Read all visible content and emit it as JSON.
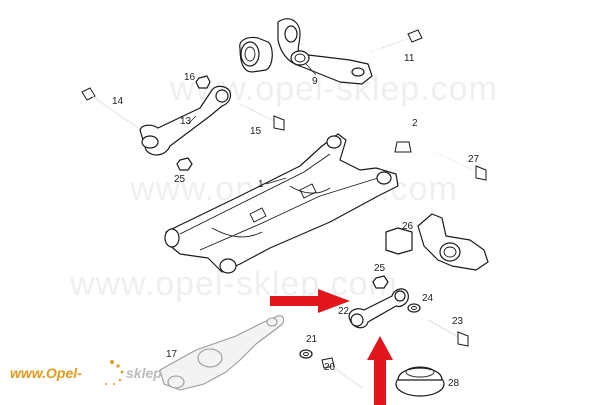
{
  "watermark": "www.opel-sklep.com",
  "logo": {
    "left": "www.Opel-",
    "right": "sklep"
  },
  "colors": {
    "arrow": "#e0161c",
    "logo_text": "#e09a1a",
    "line": "#1a1a1a"
  },
  "part_labels": [
    {
      "id": "1",
      "text": "1"
    },
    {
      "id": "2",
      "text": "2"
    },
    {
      "id": "9",
      "text": "9"
    },
    {
      "id": "11",
      "text": "11"
    },
    {
      "id": "13",
      "text": "13"
    },
    {
      "id": "14",
      "text": "14"
    },
    {
      "id": "15",
      "text": "15"
    },
    {
      "id": "16",
      "text": "16"
    },
    {
      "id": "17",
      "text": "17"
    },
    {
      "id": "20",
      "text": "20"
    },
    {
      "id": "21",
      "text": "21"
    },
    {
      "id": "22",
      "text": "22"
    },
    {
      "id": "23",
      "text": "23"
    },
    {
      "id": "24",
      "text": "24"
    },
    {
      "id": "25a",
      "text": "25"
    },
    {
      "id": "25b",
      "text": "25"
    },
    {
      "id": "26",
      "text": "26"
    },
    {
      "id": "27",
      "text": "27"
    },
    {
      "id": "28",
      "text": "28"
    }
  ]
}
